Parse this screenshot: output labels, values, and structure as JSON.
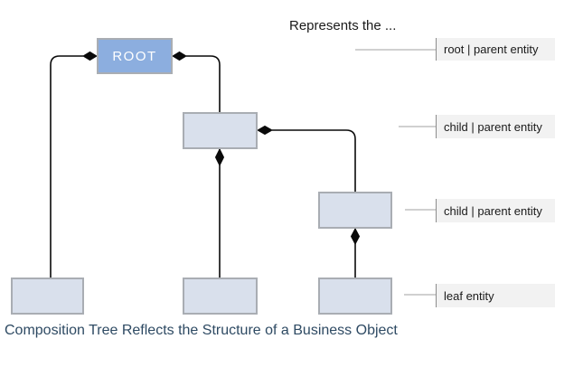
{
  "page": {
    "heading": "Represents the ...",
    "caption": "Composition Tree Reflects the Structure of a Business Object"
  },
  "tree": {
    "root_label": "ROOT"
  },
  "annotations": [
    {
      "label": "root | parent entity"
    },
    {
      "label": "child | parent entity"
    },
    {
      "label": "child | parent entity"
    },
    {
      "label": "leaf entity"
    }
  ],
  "icons": {
    "composition_diamond": "filled-diamond"
  },
  "colors": {
    "root_fill": "#8caedf",
    "entity_fill": "#d9e0ec",
    "entity_border": "#a9adb3",
    "connector": "#0a0a0a",
    "leader_line": "#b3b3b3",
    "label_bg": "#f2f2f2",
    "label_tick": "#8c8c8c",
    "heading_color": "#1a1a1a",
    "caption_color": "#2e4a63"
  }
}
